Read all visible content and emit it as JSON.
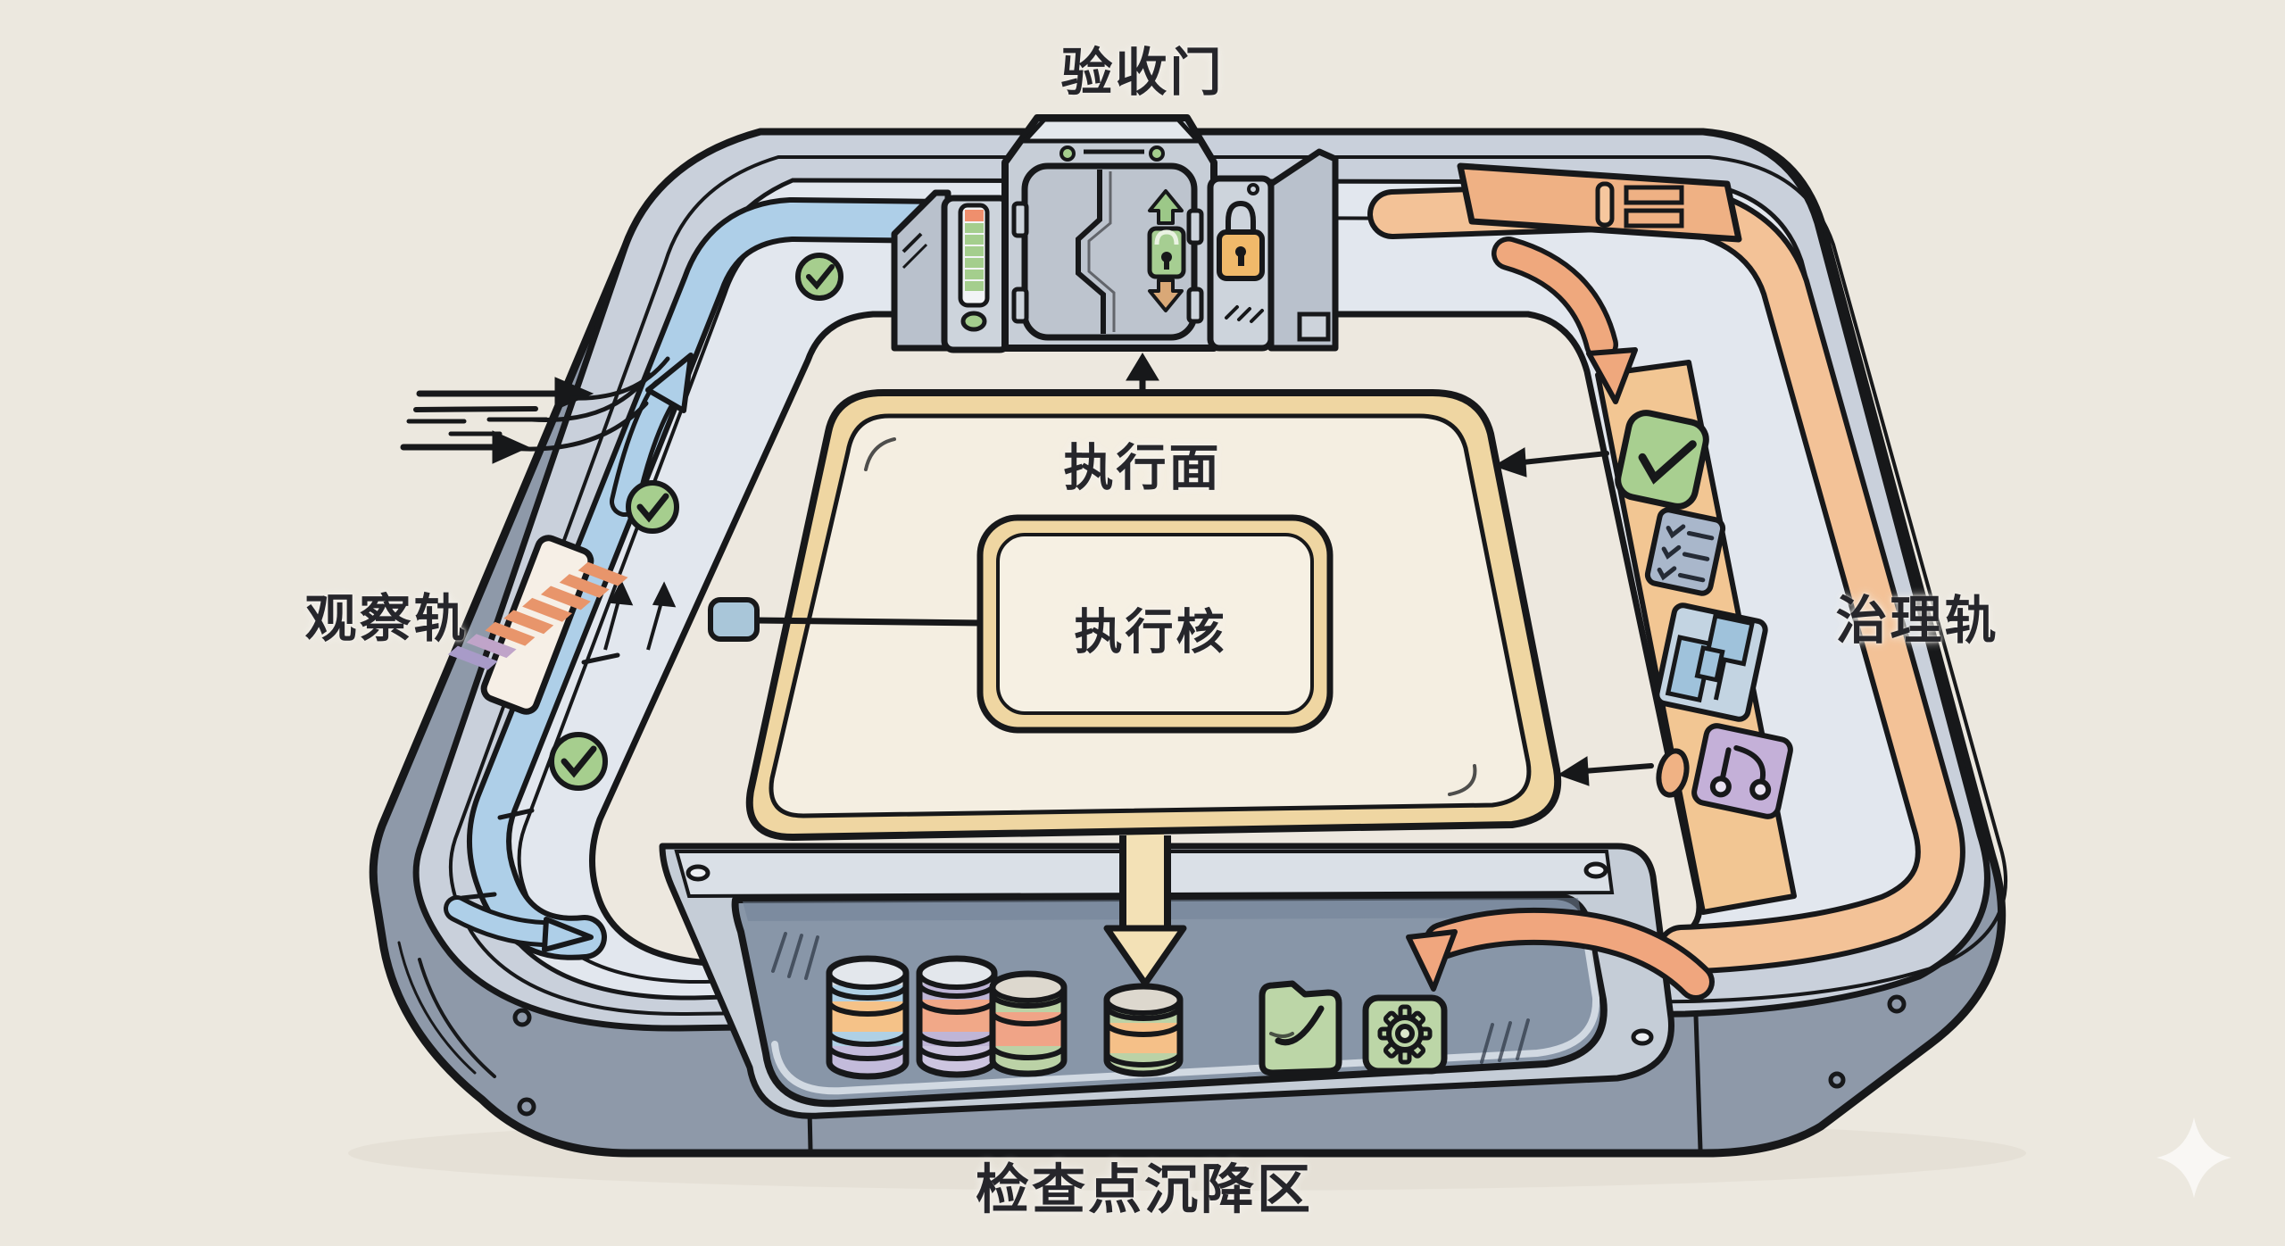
{
  "labels": {
    "acceptance_gate": "验收门",
    "execution_surface": "执行面",
    "execution_core": "执行核",
    "observation_track": "观察轨",
    "governance_track": "治理轨",
    "checkpoint_zone": "检查点沉降区"
  },
  "colors": {
    "background": "#ece8df",
    "outline": "#17181a",
    "track_body_gray": "#c9d0db",
    "track_front_gray": "#8e99a9",
    "track_light_lane": "#e2e7ee",
    "observation_blue": "#aecfe8",
    "governance_orange": "#f3c297",
    "governance_arrow_orange": "#efa87d",
    "surface_cream": "#f3eddf",
    "surface_rim_tan": "#efd6a2",
    "basin_gray": "#8896a8",
    "basin_plate_gray": "#c5cdd7",
    "check_green": "#a6ce8e",
    "led_red": "#ef8f6d",
    "led_green": "#a4ce8d",
    "lock_green": "#a6ce92",
    "lock_orange": "#f0b96a",
    "card_slate": "#a9b7cb",
    "card_blue": "#c3d4e2",
    "card_purple": "#c4b0d8",
    "checkpoint_arrow_cream": "#f3e1b6",
    "sparkle_white": "#faf8f4"
  },
  "icons": {
    "check": "✓",
    "lock": "🔒",
    "arrow_up": "↑",
    "arrow_down": "↓",
    "arrow_left": "←",
    "arrow_right": "→",
    "checklist": "☑",
    "circuit": "⧉",
    "git_branch": "⑂",
    "folder_check": "📁✓",
    "gear": "⚙",
    "database": "⛁",
    "sparkle": "✦"
  },
  "flow_arrows": [
    {
      "name": "inbound-speed-arrows",
      "color": "#17181a",
      "direction": "right"
    },
    {
      "name": "observation-flow-arrow",
      "color": "#aecfe8",
      "direction": "up"
    },
    {
      "name": "observation-exit-arrow",
      "color": "#aecfe8",
      "direction": "right"
    },
    {
      "name": "gate-feed-arrow",
      "color": "#17181a",
      "direction": "up"
    },
    {
      "name": "governance-flow-arrow",
      "color": "#efa87d",
      "direction": "down"
    },
    {
      "name": "governance-inject-arrows",
      "color": "#17181a",
      "direction": "left"
    },
    {
      "name": "surface-checkpoint-arrow",
      "color": "#f3e1b6",
      "direction": "down"
    },
    {
      "name": "governance-checkpoint-arrow",
      "color": "#f0a67e",
      "direction": "down"
    }
  ],
  "checkpoint_stacks": [
    {
      "bands": [
        "silver",
        "blue",
        "orange",
        "blue",
        "purple"
      ]
    },
    {
      "bands": [
        "silver",
        "purple",
        "salmon",
        "purple",
        "purple"
      ]
    },
    {
      "bands": [
        "tan",
        "green",
        "salmon",
        "green"
      ]
    },
    {
      "bands": [
        "tan",
        "green",
        "orange",
        "green"
      ]
    }
  ]
}
